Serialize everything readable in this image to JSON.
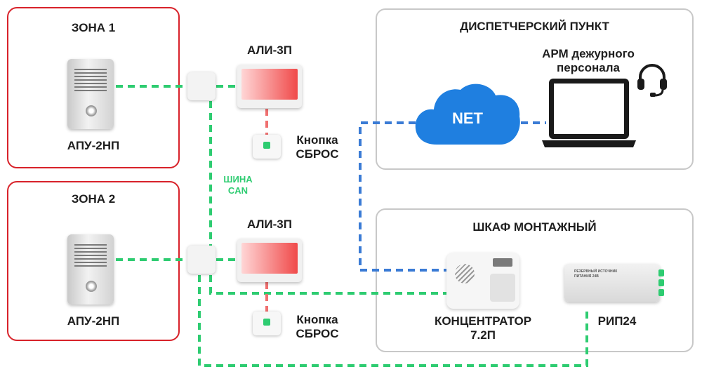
{
  "zones": {
    "zone1": {
      "title": "ЗОНА 1",
      "device": "АПУ-2НП"
    },
    "zone2": {
      "title": "ЗОНА 2",
      "device": "АПУ-2НП"
    }
  },
  "ali": {
    "label_top": "АЛИ-3П",
    "label_bottom": "АЛИ-3П"
  },
  "reset_button": {
    "line1": "Кнопка",
    "line2": "СБРОС"
  },
  "bus": {
    "line1": "ШИНА",
    "line2": "CAN"
  },
  "dispatch": {
    "title": "ДИСПЕТЧЕРСКИЙ ПУНКТ",
    "net": "NET",
    "arm_line1": "АРМ дежурного",
    "arm_line2": "персонала"
  },
  "cabinet": {
    "title": "ШКАФ МОНТАЖНЫЙ",
    "conc_line1": "КОНЦЕНТРАТОР",
    "conc_line2": "7.2П",
    "rip": "РИП24",
    "rip_panel_text": "РЕЗЕРВНЫЙ ИСТОЧНИК ПИТАНИЯ 24В"
  },
  "colors": {
    "zone_border": "#d8222a",
    "panel_border": "#c8c8c8",
    "can_bus": "#2ecc71",
    "network": "#3a7bd5",
    "signal": "#f07070",
    "cloud": "#1f7fe0"
  }
}
